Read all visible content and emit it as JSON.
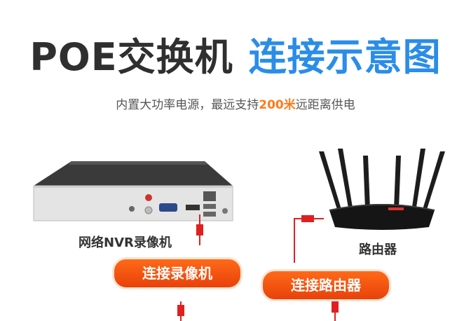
{
  "header": {
    "title_part1": "POE交换机",
    "title_part2": "连接示意图",
    "subtitle_before": "内置大功率电源，最远支持",
    "subtitle_highlight": "200米",
    "subtitle_after": "远距离供电"
  },
  "devices": {
    "nvr_label": "网络NVR录像机",
    "router_label": "路由器"
  },
  "buttons": {
    "connect_nvr": "连接录像机",
    "connect_router": "连接路由器"
  },
  "colors": {
    "title_dark": "#2f2f2f",
    "title_blue": "#2a8de8",
    "highlight_orange": "#ff7a1a",
    "pill_orange": "#ee5010",
    "cable_red": "#e02020"
  }
}
